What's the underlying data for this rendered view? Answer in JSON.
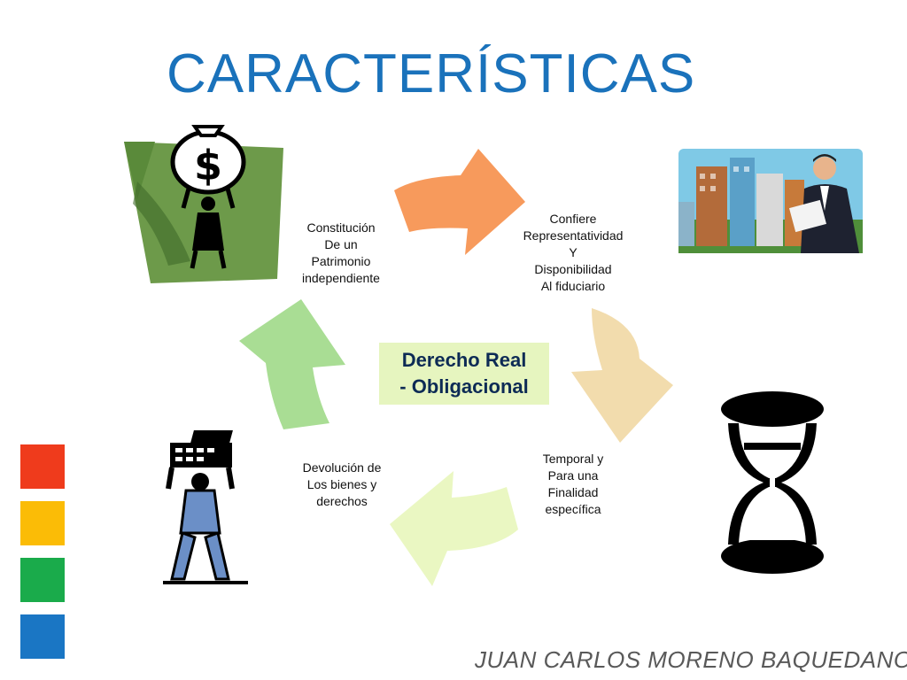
{
  "title": "CARACTERÍSTICAS",
  "center": {
    "line1": "Derecho Real",
    "line2": "- Obligacional"
  },
  "nodes": {
    "top_left": "Constitución\nDe un\nPatrimonio\nindependiente",
    "top_right": "Confiere\nRepresentatividad\nY\nDisponibilidad\nAl fiduciario",
    "bottom_right": "Temporal y\nPara una\nFinalidad\nespecífica",
    "bottom_left": "Devolución de\nLos bienes y\nderechos"
  },
  "author": "JUAN CARLOS MORENO BAQUEDANO",
  "colors": {
    "title": "#1a72bb",
    "arrow_top": "#f79a5c",
    "arrow_right": "#f2dcad",
    "arrow_bottom": "#eaf7c2",
    "arrow_left": "#a9dd94",
    "square_red": "#ef3b1c",
    "square_yellow": "#fbbc06",
    "square_green": "#1aab4b",
    "square_blue": "#1a76c4"
  },
  "icons": [
    "money-bag-icon",
    "businessman-icon",
    "hourglass-icon",
    "cash-register-icon"
  ]
}
